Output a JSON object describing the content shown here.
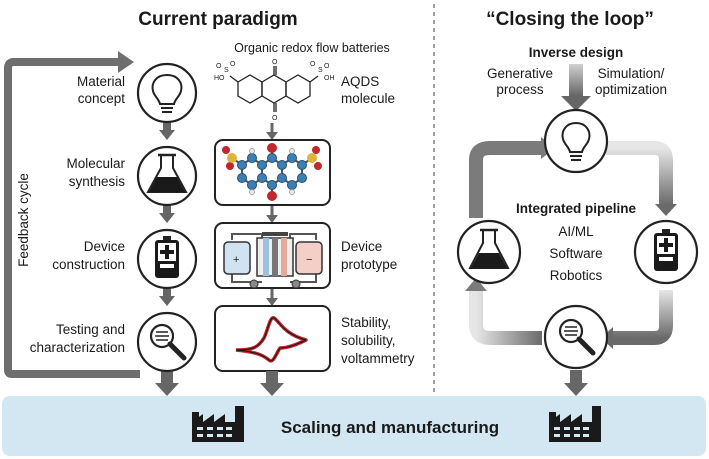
{
  "left_panel": {
    "title": "Current paradigm",
    "feedback_label": "Feedback cycle",
    "steps": [
      {
        "line1": "Material",
        "line2": "concept",
        "icon": "lightbulb-icon"
      },
      {
        "line1": "Molecular",
        "line2": "synthesis",
        "icon": "flask-icon"
      },
      {
        "line1": "Device",
        "line2": "construction",
        "icon": "battery-icon"
      },
      {
        "line1": "Testing and",
        "line2": "characterization",
        "icon": "magnifier-icon"
      }
    ],
    "example_title": "Organic redox flow batteries",
    "examples": [
      {
        "line1": "AQDS",
        "line2": "molecule",
        "line3": ""
      },
      {
        "line1": "",
        "line2": "",
        "line3": ""
      },
      {
        "line1": "Device",
        "line2": "prototype",
        "line3": ""
      },
      {
        "line1": "Stability,",
        "line2": "solubility,",
        "line3": "voltammetry"
      }
    ]
  },
  "right_panel": {
    "title": "“Closing the loop”",
    "inverse_design": "Inverse design",
    "generative_line1": "Generative",
    "generative_line2": "process",
    "simulation_line1": "Simulation/",
    "simulation_line2": "optimization",
    "pipeline_title": "Integrated pipeline",
    "pipeline_items": [
      "AI/ML",
      "Software",
      "Robotics"
    ]
  },
  "footer": {
    "label": "Scaling and manufacturing",
    "icon": "factory-icon"
  },
  "colors": {
    "footer_bg": "#d3e7f3",
    "arrow_gray": "#666666",
    "molecule_blue": "#3f7fb0",
    "oxygen_red": "#c0282c",
    "sulfur_yellow": "#e0b43a",
    "anolyte_blue": "#cfe3f3",
    "catholyte_red": "#f3cfc8"
  }
}
